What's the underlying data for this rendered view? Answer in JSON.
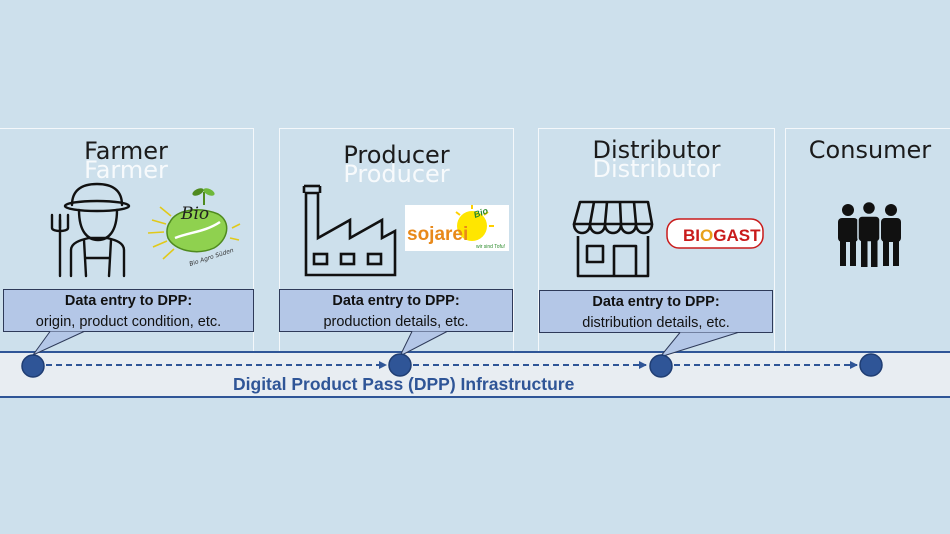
{
  "stages": [
    {
      "title": "Farmer",
      "callout_title": "Data entry to DPP:",
      "callout_body": "origin, product condition, etc.",
      "logo_text": "Bio",
      "logo_tagline": "Bio Agro Süden"
    },
    {
      "title": "Producer",
      "callout_title": "Data entry to DPP:",
      "callout_body": "production details, etc.",
      "logo_text": "sojarei",
      "logo_badge": "Bio",
      "logo_tagline": "wir sind Tofu!"
    },
    {
      "title": "Distributor",
      "callout_title": "Data entry to DPP:",
      "callout_body": "distribution details, etc.",
      "logo_text_b": "BI",
      "logo_text_o": "O",
      "logo_text_rest": "GAST"
    },
    {
      "title": "Consumer"
    }
  ],
  "infrastructure_label": "Digital Product Pass (DPP) Infrastructure",
  "colors": {
    "background": "#cde0ec",
    "accent": "#2f5597",
    "callout": "#b4c7e7"
  }
}
